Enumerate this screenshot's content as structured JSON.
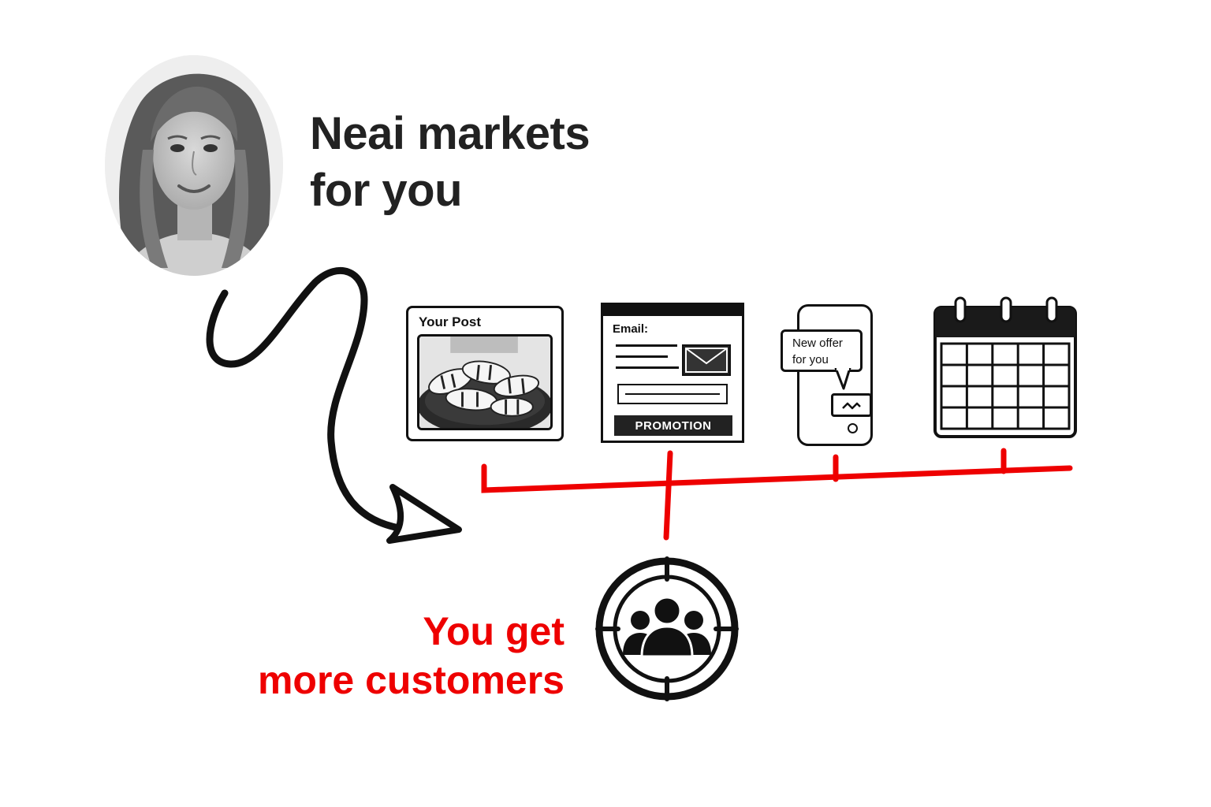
{
  "headline": {
    "line1": "Neai markets",
    "line2": "for you"
  },
  "channels": {
    "post": {
      "title": "Your Post"
    },
    "email": {
      "label": "Email:",
      "button": "PROMOTION"
    },
    "sms": {
      "line1": "New offer",
      "line2": "for you"
    }
  },
  "result": {
    "line1": "You get",
    "line2": "more customers"
  },
  "icons": {
    "avatar": "woman-portrait",
    "post": "photo-post-icon",
    "email": "envelope-icon",
    "phone": "smartphone-icon",
    "calendar": "calendar-icon",
    "target": "customer-target-icon",
    "arrow": "curved-arrow-icon"
  },
  "colors": {
    "accent": "#ee0000",
    "ink": "#111111",
    "headline": "#222222"
  }
}
